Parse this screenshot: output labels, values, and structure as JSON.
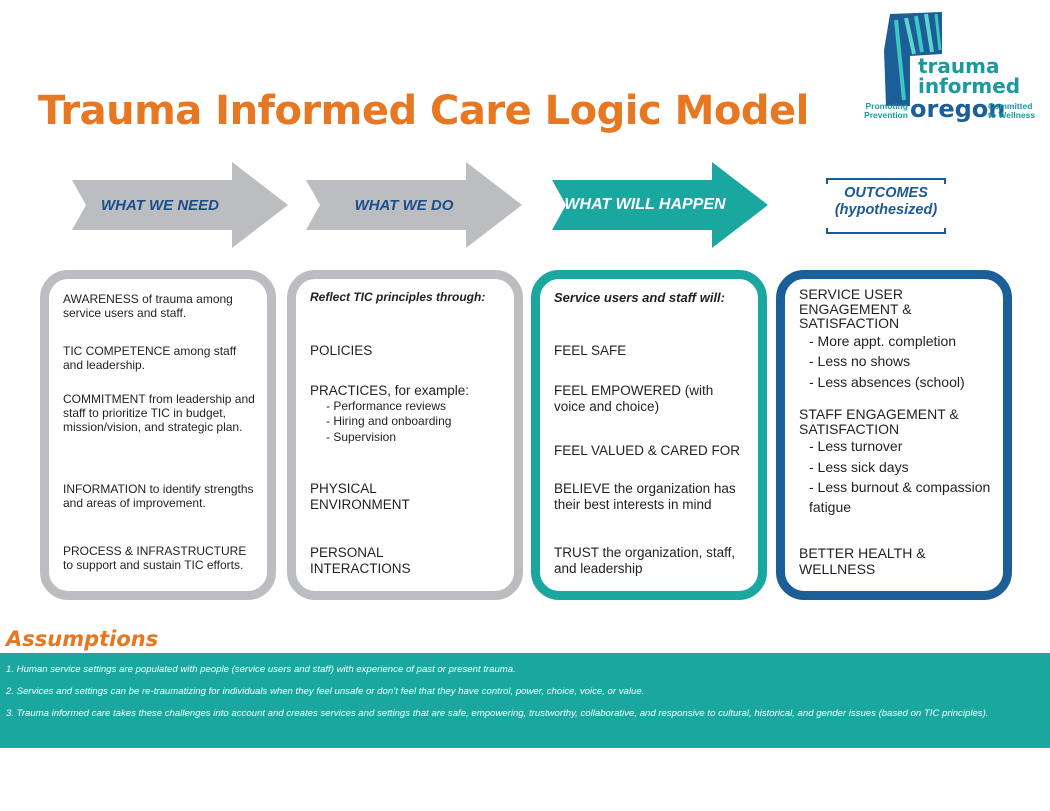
{
  "title": "Trauma Informed Care Logic Model",
  "logo": {
    "word1": "trauma",
    "word2": "informed",
    "word3": "oregon",
    "left_tagline": "Promoting Prevention",
    "right_tagline": "Committed to Wellness"
  },
  "columns": [
    {
      "heading": "WHAT WE NEED"
    },
    {
      "heading": "WHAT WE DO"
    },
    {
      "heading": "WHAT WILL HAPPEN"
    },
    {
      "heading": "OUTCOMES\n(hypothesized)"
    }
  ],
  "need_box": {
    "items": [
      "AWARENESS of trauma among service users and staff.",
      "TIC COMPETENCE among staff and leadership.",
      "COMMITMENT from leadership and staff to prioritize TIC in budget, mission/vision, and strategic plan.",
      "INFORMATION to identify strengths and areas of improvement.",
      "PROCESS & INFRASTRUCTURE to support and sustain TIC efforts."
    ]
  },
  "do_box": {
    "heading": "Reflect TIC principles through:",
    "policies": "POLICIES",
    "practices": "PRACTICES, for example:",
    "practice_examples": [
      "- Performance reviews",
      "- Hiring and onboarding",
      "- Supervision"
    ],
    "physical": "PHYSICAL ENVIRONMENT",
    "personal": "PERSONAL INTERACTIONS"
  },
  "happen_box": {
    "heading": "Service users and staff will:",
    "items": [
      "FEEL SAFE",
      "FEEL EMPOWERED (with voice and choice)",
      "FEEL VALUED & CARED FOR",
      "BELIEVE the organization has their best interests in mind",
      "TRUST the organization, staff, and leadership"
    ]
  },
  "outcomes_box": {
    "service_heading": "SERVICE USER ENGAGEMENT & SATISFACTION",
    "service_items": [
      "- More appt. completion",
      "- Less no shows",
      "- Less absences (school)"
    ],
    "staff_heading": "STAFF ENGAGEMENT & SATISFACTION",
    "staff_items": [
      "- Less turnover",
      "- Less sick days",
      "- Less burnout & compassion fatigue"
    ],
    "health": "BETTER HEALTH & WELLNESS"
  },
  "assumptions": {
    "title": "Assumptions",
    "items": [
      "1. Human service settings are populated with people (service users and staff) with experience of past or present trauma.",
      "2. Services and settings can be re-traumatizing for individuals when they feel unsafe or don’t feel that they have control, power, choice, voice, or value.",
      "3. Trauma informed care takes these challenges into account and creates services and settings that are safe, empowering, trustworthy, collaborative, and responsive to cultural, historical, and gender issues (based on TIC principles)."
    ]
  },
  "colors": {
    "orange": "#e87722",
    "gray": "#bcbdc0",
    "teal": "#1aa7a0",
    "navy": "#1b5a98"
  }
}
